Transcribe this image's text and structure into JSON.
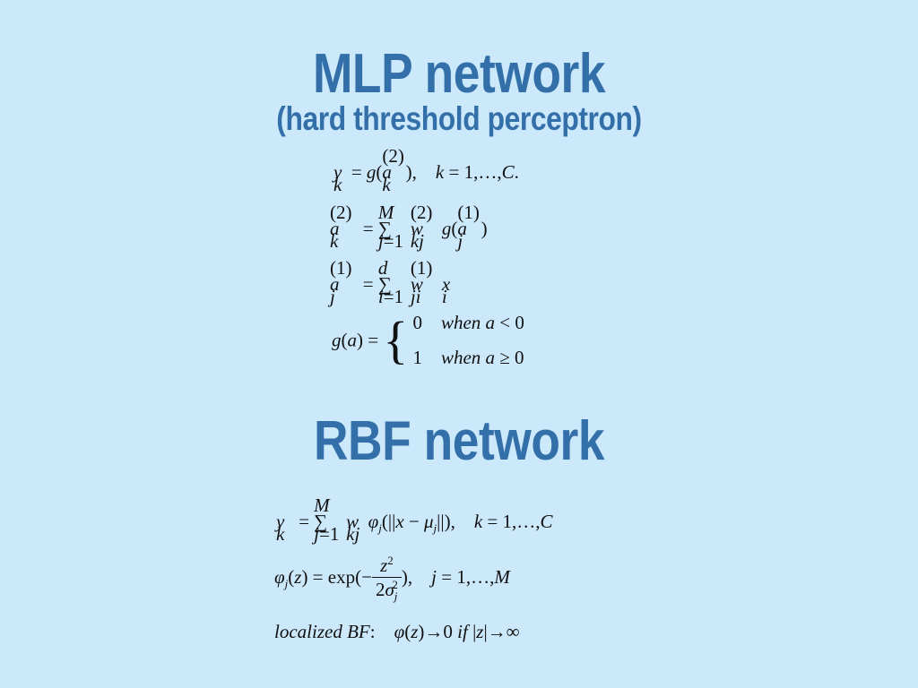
{
  "slide": {
    "title_mlp": "MLP network",
    "subtitle_mlp": "(hard threshold perceptron)",
    "title_rbf": "RBF network"
  },
  "equations": {
    "mlp_1": "y_k = g(a_k^(2)), k = 1,…,C.",
    "mlp_2": "a_k^(2) = Σ_{j=1}^M w_kj^(2) g(a_j^(1))",
    "mlp_3": "a_j^(1) = Σ_{i=1}^d w_ji^(1) x_i",
    "mlp_4": "g(a) = { 0 when a < 0 ; 1 when a ≥ 0 }",
    "rbf_1": "y_k = Σ_{j=1}^M w_kj φ_j(||x − μ_j||), k = 1,…,C",
    "rbf_2": "φ_j(z) = exp(−z^2 / 2σ_j^2), j = 1,…,M",
    "rbf_3": "localized BF: φ(z) → 0 if |z| → ∞"
  }
}
